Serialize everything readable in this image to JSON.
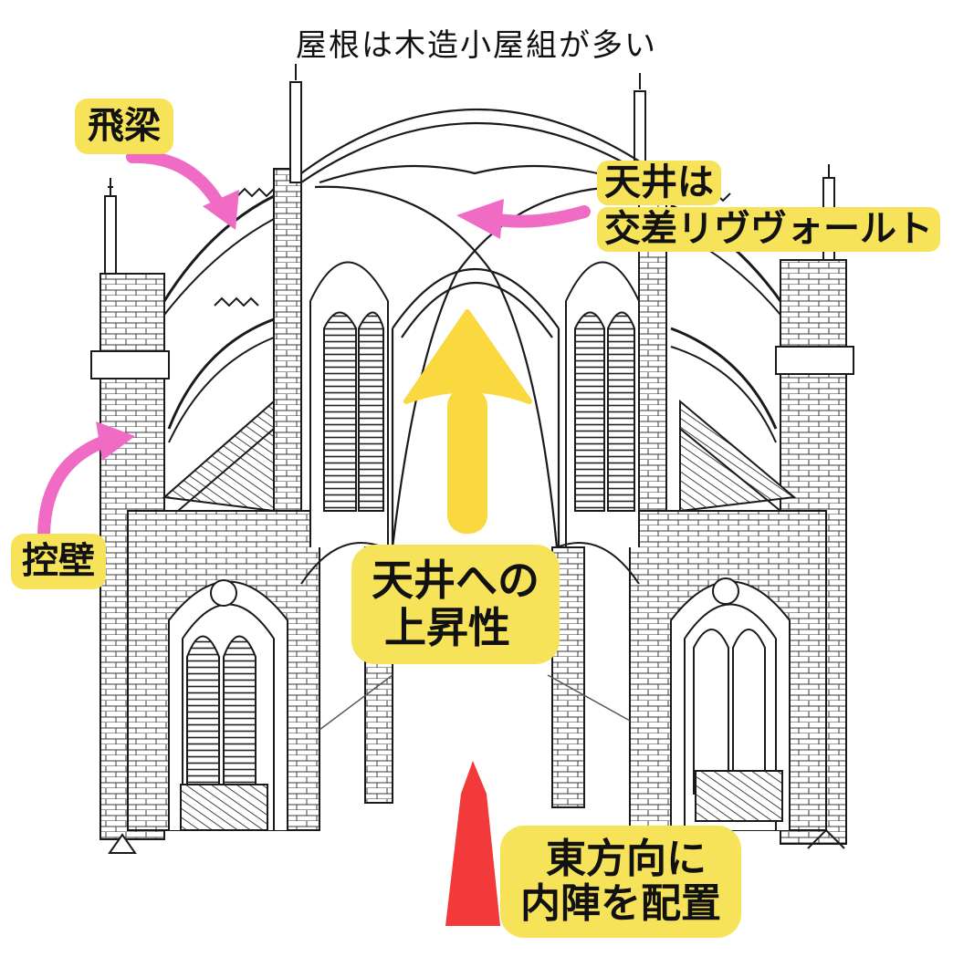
{
  "caption": "屋根は木造小屋組が多い",
  "labels": {
    "flying_buttress": "飛梁",
    "buttress": "控壁",
    "ceiling_line1": "天井は",
    "ceiling_line2": "交差リヴヴォールト",
    "ascension_line1": "天井への",
    "ascension_line2": "上昇性",
    "east_line1": "東方向に",
    "east_line2": "内陣を配置"
  },
  "colors": {
    "highlight": "#f7e35a",
    "pink_arrow": "#f06bc4",
    "yellow_arrow": "#f9d93f",
    "red_arrow": "#f23a3a",
    "ink": "#1a1a1a"
  }
}
